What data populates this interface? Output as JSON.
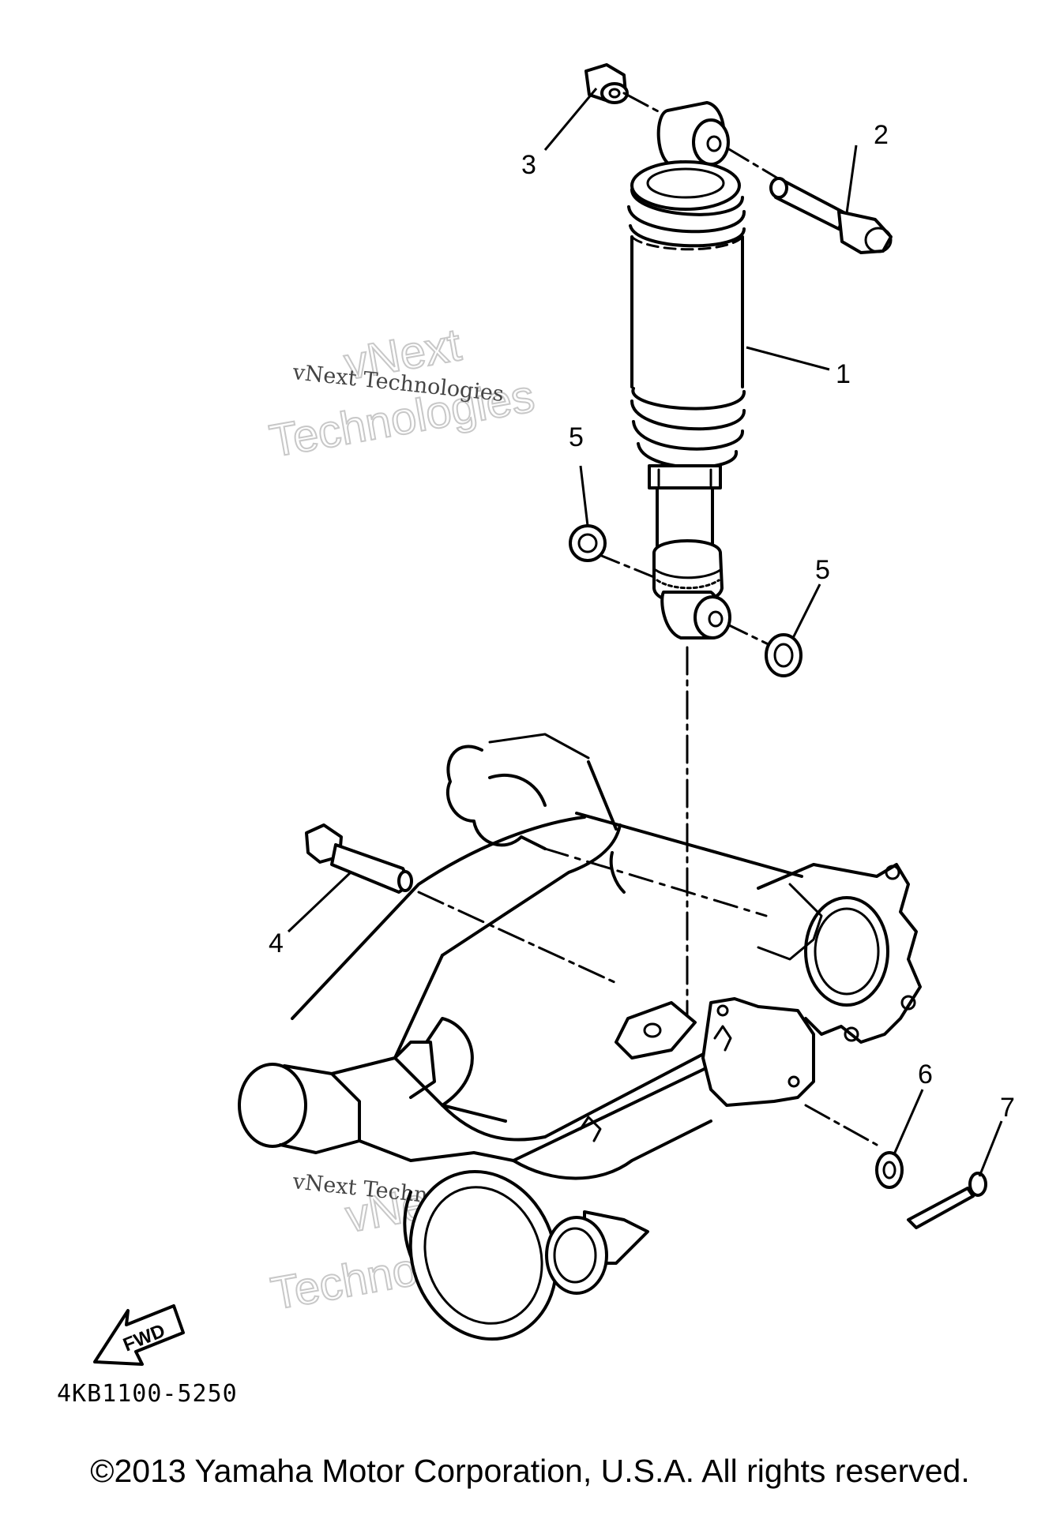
{
  "callouts": {
    "c1": "1",
    "c2": "2",
    "c3": "3",
    "c4": "4",
    "c5a": "5",
    "c5b": "5",
    "c6": "6",
    "c7": "7"
  },
  "fwd_label": "FWD",
  "diagram_code": "4KB1100-5250",
  "watermarks": {
    "top_small": "vNext Technologies",
    "top_big_line1": "vNext",
    "top_big_line2": "Technologies",
    "bottom_small": "vNext Technologies",
    "bottom_big_line1": "vNext",
    "bottom_big_line2": "Technologies"
  },
  "copyright": "©2013 Yamaha Motor Corporation, U.S.A. All rights reserved."
}
